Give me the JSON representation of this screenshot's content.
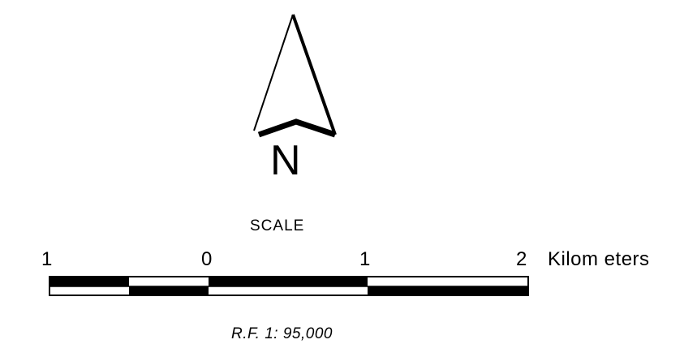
{
  "north_arrow": {
    "letter": "N"
  },
  "scale": {
    "title": "SCALE",
    "ticks": [
      "1",
      "0",
      "1",
      "2"
    ],
    "units": "Kilom eters",
    "representative_fraction": "R.F. 1: 95,000"
  },
  "colors": {
    "ink": "#000000",
    "background": "#ffffff"
  }
}
